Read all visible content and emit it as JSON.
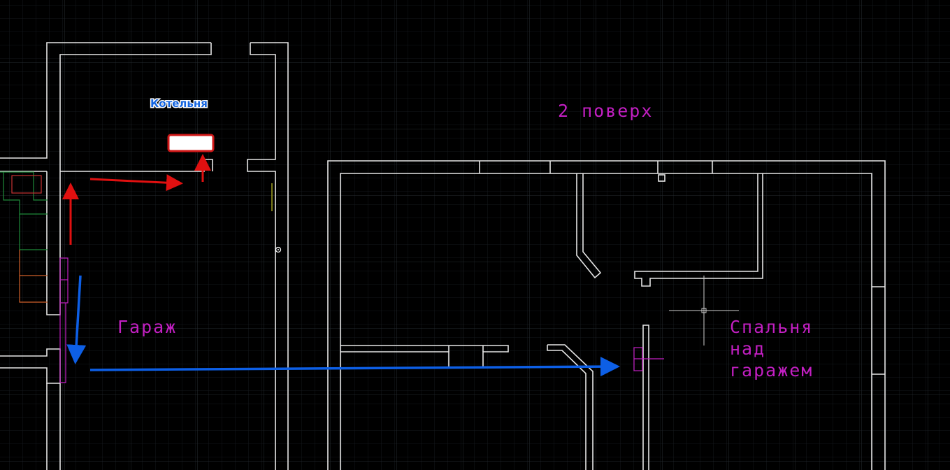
{
  "labels": {
    "boiler_room": "Котельня",
    "floor": "2 поверх",
    "garage": "Гараж",
    "bedroom_line1": "Спальня",
    "bedroom_line2": "над",
    "bedroom_line3": "гаражем"
  },
  "colors": {
    "background": "#000000",
    "grid_minor": "#161a1e",
    "grid_major": "#262b30",
    "wall": "#e6e6e6",
    "cad_text": "#c21fc2",
    "red_arrow": "#e01010",
    "blue_arrow": "#0d5fe6",
    "label_blue": "#1565e0",
    "green_lines": "#1f8a3a",
    "red_lines": "#c83232",
    "orange_lines": "#d0602a",
    "yellow_line": "#a0a020",
    "magenta_lines": "#c21fc2"
  },
  "icons": [
    "crosshair-cursor-icon",
    "snap-marker-icon"
  ]
}
